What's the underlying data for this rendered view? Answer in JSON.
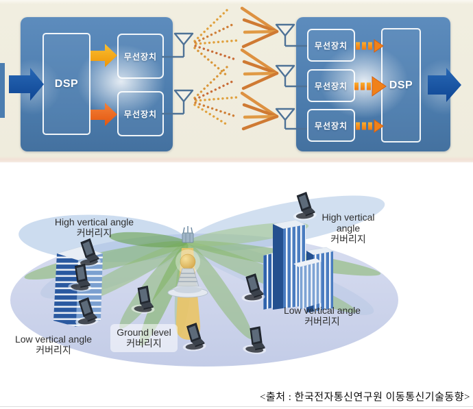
{
  "figure_architecture": {
    "transmitter": {
      "dsp_label": "DSP",
      "radio_units": [
        {
          "label": "무선장치"
        },
        {
          "label": "무선장치"
        }
      ]
    },
    "receiver": {
      "dsp_label": "DSP",
      "radio_units": [
        {
          "label": "무선장치"
        },
        {
          "label": "무선장치"
        },
        {
          "label": "무선장치"
        }
      ]
    },
    "colors": {
      "panel_blue": "#4e80b2",
      "io_arrow_blue": "#1553a0",
      "yellow_arrow": "#f2a60b",
      "orange_arrow": "#eb6015",
      "signal_orange": "#dd9141",
      "background_cream": "#f1eee0"
    }
  },
  "figure_coverage": {
    "labels": {
      "high_vertical_left": [
        "High vertical angle",
        "커버리지"
      ],
      "high_vertical_right": [
        "High vertical",
        "angle",
        "커버리지"
      ],
      "low_vertical_left": [
        "Low vertical angle",
        "커버리지"
      ],
      "ground_level": [
        "Ground level",
        "커버리지"
      ],
      "low_vertical_right": [
        "Low vertical angle",
        "커버리지"
      ]
    },
    "colors": {
      "ground_ellipse": "#ccd4ea",
      "beam_green": "#85b667",
      "beam_blue": "#a3c0e2",
      "beam_yellow": "#e9c468",
      "building_blue": "#2b5fa8"
    }
  },
  "caption": {
    "text": "<출처 : 한국전자통신연구원 이동통신기술동향>"
  }
}
